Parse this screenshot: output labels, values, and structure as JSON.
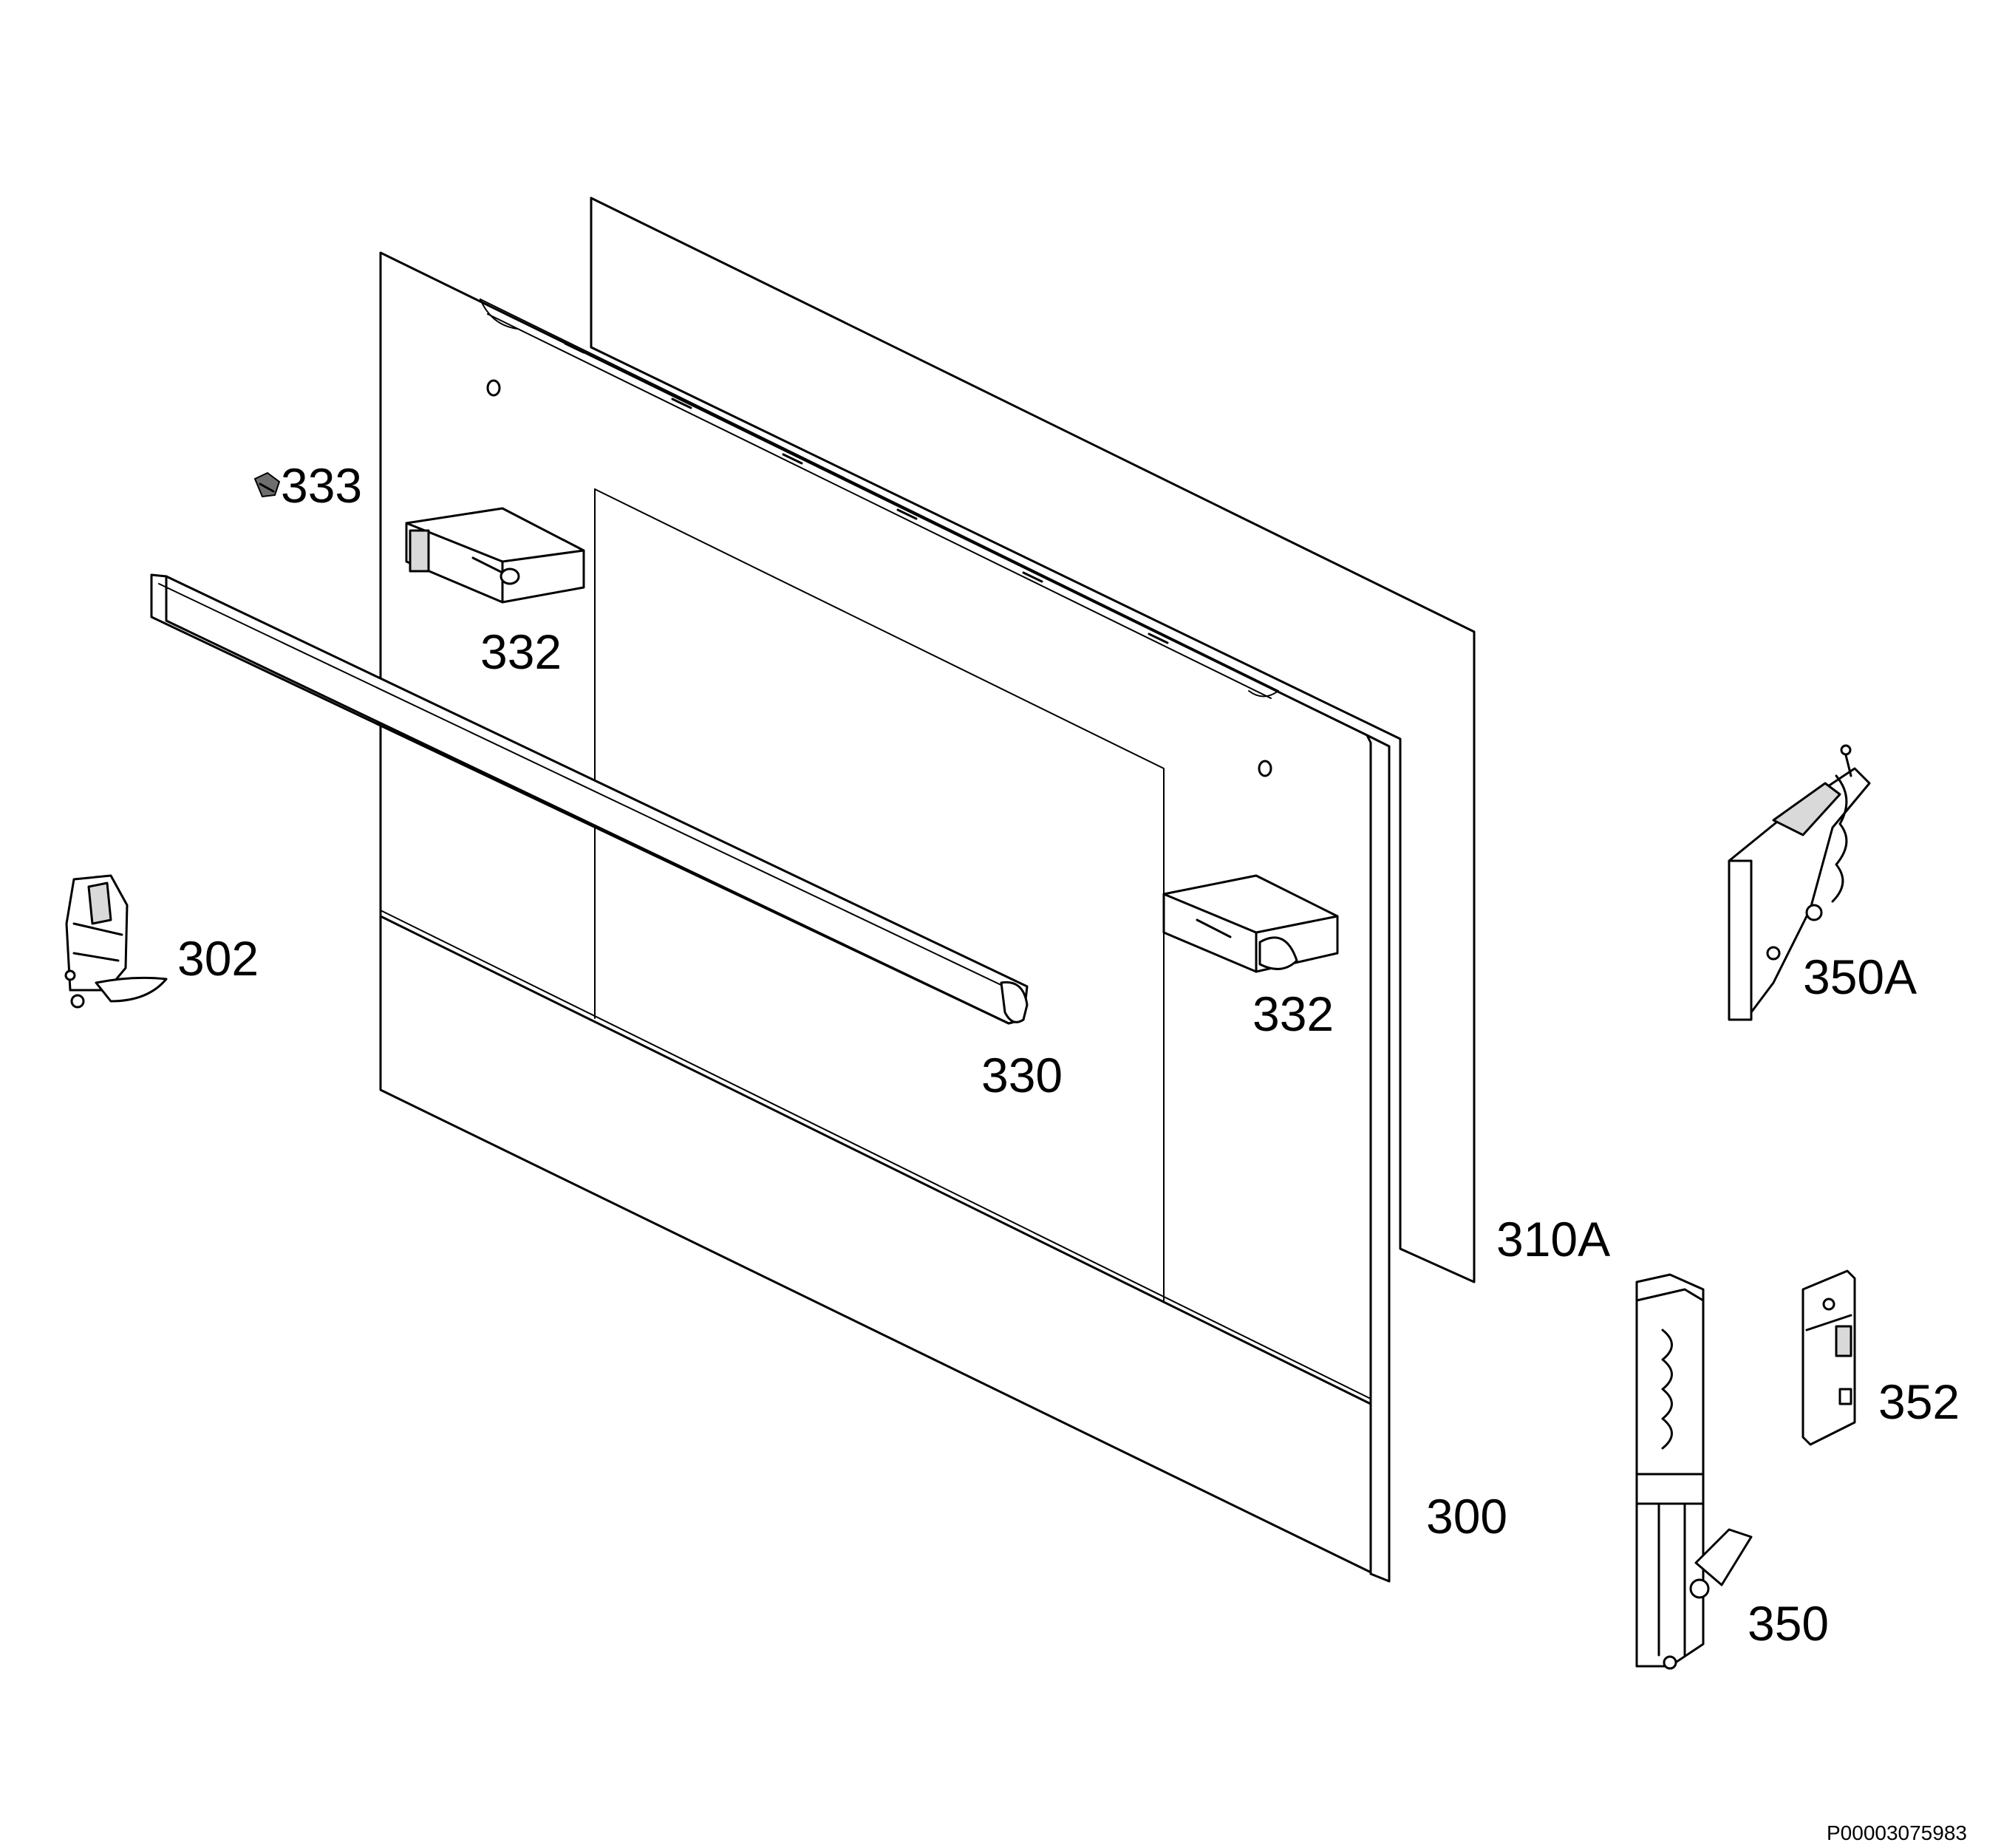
{
  "diagram": {
    "labels": {
      "p300": "300",
      "p302": "302",
      "p310A": "310A",
      "p330": "330",
      "p332_left": "332",
      "p332_right": "332",
      "p333": "333",
      "p350": "350",
      "p350A": "350A",
      "p352": "352"
    },
    "reference_code": "P00003075983"
  }
}
